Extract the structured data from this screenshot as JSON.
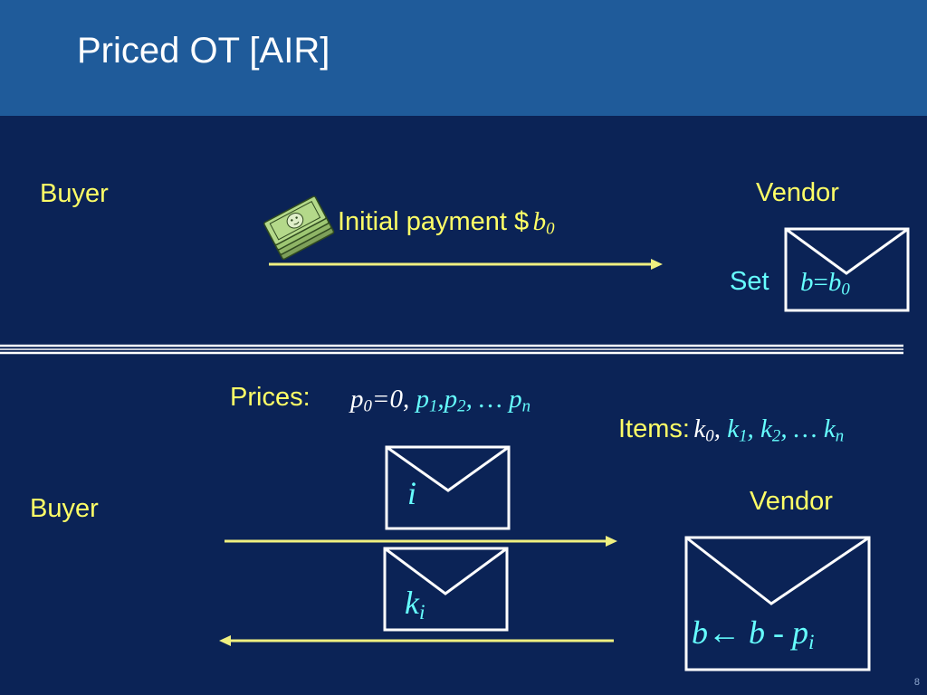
{
  "slide": {
    "title": "Priced OT [AIR]",
    "page_number": "8"
  },
  "top": {
    "buyer_label": "Buyer",
    "vendor_label": "Vendor",
    "payment_label": "Initial payment $",
    "payment_var": "b",
    "payment_sub": "0",
    "set_label": "Set",
    "set_lhs": "b",
    "set_eq": "=",
    "set_rhs": "b",
    "set_rhs_sub": "0"
  },
  "bottom": {
    "buyer_label": "Buyer",
    "vendor_label": "Vendor",
    "prices_label": "Prices:",
    "p0": "p",
    "p0_sub": "0",
    "p0_rest": "=0,",
    "p1": "p",
    "p1_sub": "1",
    "comma1": ",",
    "p2": "p",
    "p2_sub": "2",
    "ellipsis1": ", … ",
    "pn": "p",
    "pn_sub": "n",
    "items_label": "Items:",
    "k0": "k",
    "k0_sub": "0",
    "comma_k0": ",",
    "k1": "k",
    "k1_sub": "1",
    "comma_k1": ",",
    "k2": "k",
    "k2_sub": "2",
    "ellipsis2": ", … ",
    "kn": "k",
    "kn_sub": "n",
    "env1_var": "i",
    "env2_var": "k",
    "env2_sub": "i",
    "update_lhs": "b",
    "update_arrow": "←",
    "update_rhs": " b - ",
    "update_p": "p",
    "update_p_sub": "i"
  },
  "colors": {
    "background": "#0b2356",
    "header": "#1f5b9a",
    "label_yellow": "#ffff66",
    "label_cyan": "#66ffff",
    "arrow": "#f0f080"
  },
  "icons": [
    "money-stack-icon",
    "envelope-icon"
  ]
}
